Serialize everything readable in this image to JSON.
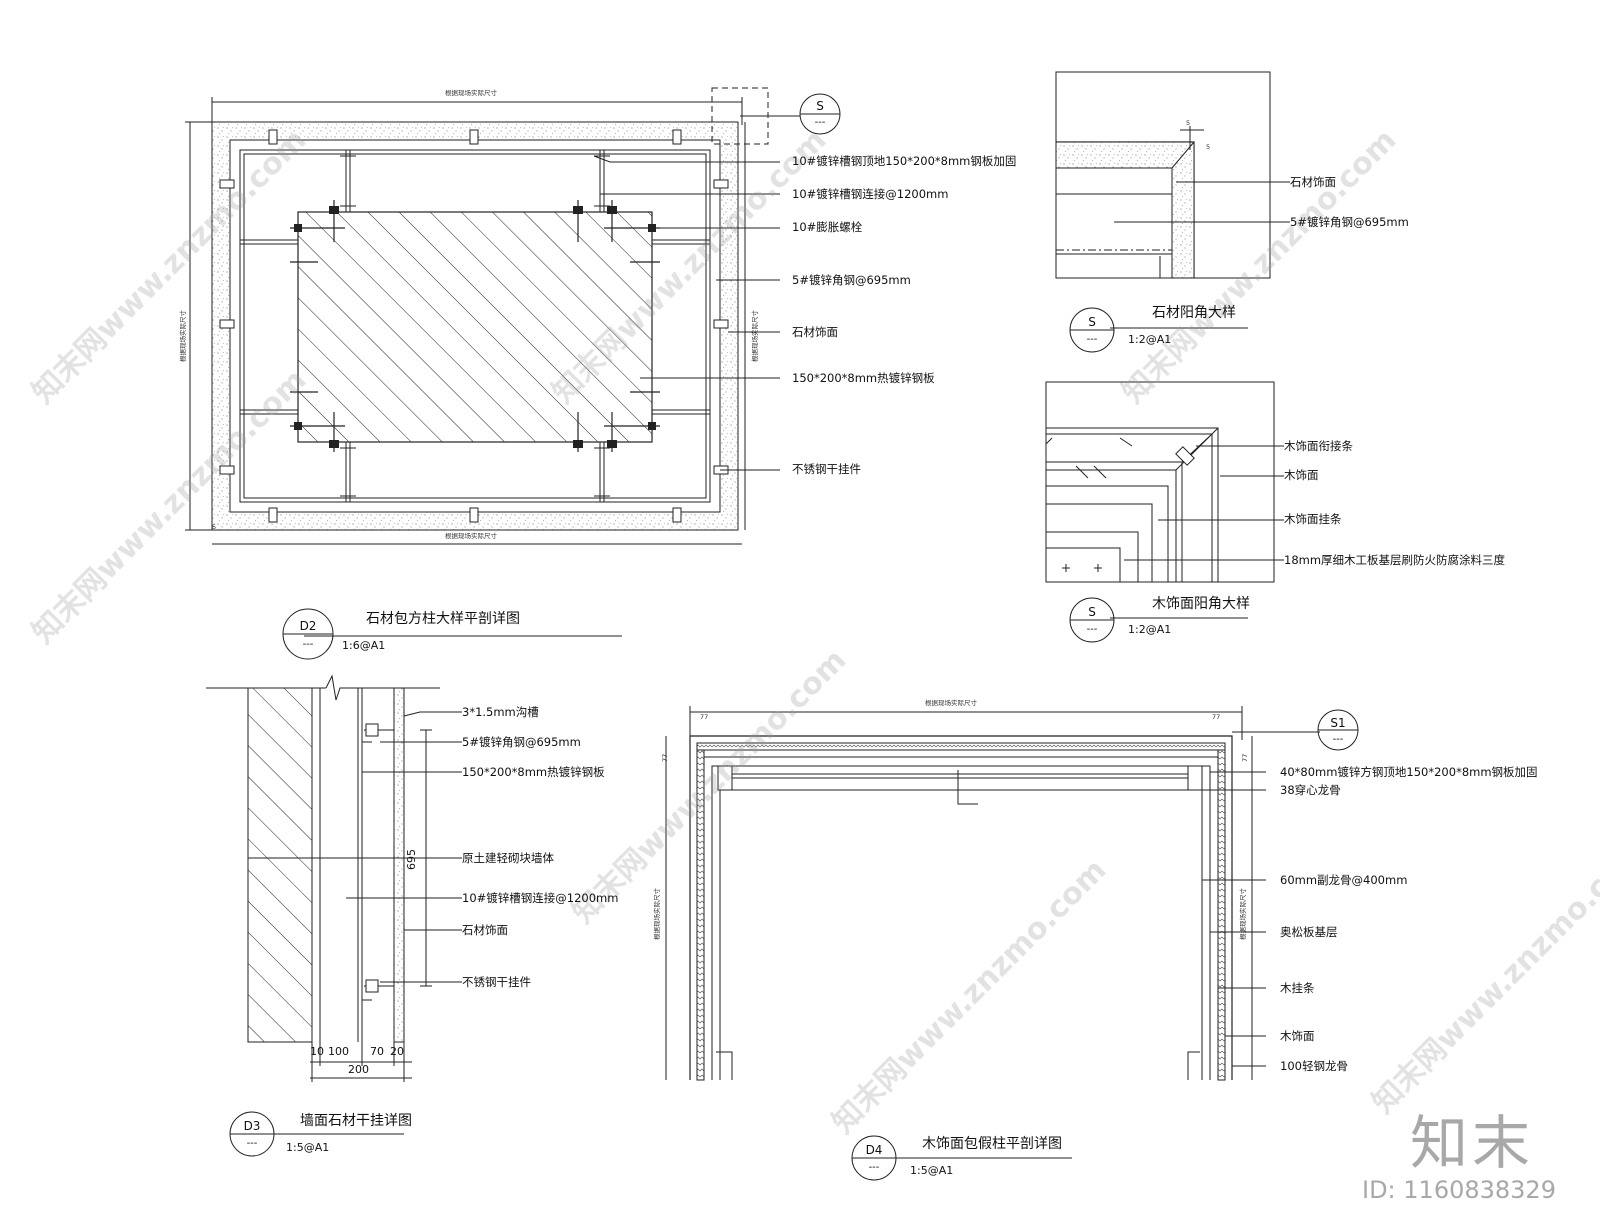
{
  "watermark": {
    "text": "知末网www.znzmo.com"
  },
  "brand": {
    "logo": "知末",
    "id": "ID: 1160838329"
  },
  "d2": {
    "tag": "D2",
    "tag_sub": "---",
    "title": "石材包方柱大样平剖详图",
    "scale": "1:6@A1",
    "dim_top": "根据现场实际尺寸",
    "dim_bottom": "根据现场实际尺寸",
    "dim_left": "根据现场实际尺寸",
    "dim_right": "根据现场实际尺寸",
    "dim_small": "5",
    "callouts": [
      "10#镀锌槽钢顶地150*200*8mm钢板加固",
      "10#镀锌槽钢连接@1200mm",
      "10#膨胀螺栓",
      "5#镀锌角钢@695mm",
      "石材饰面",
      "150*200*8mm热镀锌钢板",
      "不锈钢干挂件"
    ],
    "section_tag": "S",
    "section_sub": "---"
  },
  "s_stone": {
    "tag": "S",
    "tag_sub": "---",
    "title": "石材阳角大样",
    "scale": "1:2@A1",
    "callouts": [
      "石材饰面",
      "5#镀锌角钢@695mm"
    ],
    "dim_a": "5",
    "dim_b": "5"
  },
  "s_wood": {
    "tag": "S",
    "tag_sub": "---",
    "title": "木饰面阳角大样",
    "scale": "1:2@A1",
    "callouts": [
      "木饰面衔接条",
      "木饰面",
      "木饰面挂条",
      "18mm厚细木工板基层刷防火防腐涂料三度"
    ]
  },
  "d3": {
    "tag": "D3",
    "tag_sub": "---",
    "title": "墙面石材干挂详图",
    "scale": "1:5@A1",
    "callouts": [
      "3*1.5mm沟槽",
      "5#镀锌角钢@695mm",
      "150*200*8mm热镀锌钢板",
      "原土建轻砌块墙体",
      "10#镀锌槽钢连接@1200mm",
      "石材饰面",
      "不锈钢干挂件"
    ],
    "dims": [
      "10",
      "100",
      "70",
      "20"
    ],
    "dim_total": "200",
    "dim_vertical": "695"
  },
  "d4": {
    "tag": "D4",
    "tag_sub": "---",
    "title": "木饰面包假柱平剖详图",
    "scale": "1:5@A1",
    "dim_top": "根据现场实际尺寸",
    "dim_left": "根据现场实际尺寸",
    "dim_right": "根据现场实际尺寸",
    "dim_77": "77",
    "callouts": [
      "40*80mm镀锌方钢顶地150*200*8mm钢板加固",
      "38穿心龙骨",
      "60mm副龙骨@400mm",
      "奥松板基层",
      "木挂条",
      "木饰面",
      "100轻钢龙骨"
    ],
    "section_tag": "S1",
    "section_sub": "---"
  }
}
